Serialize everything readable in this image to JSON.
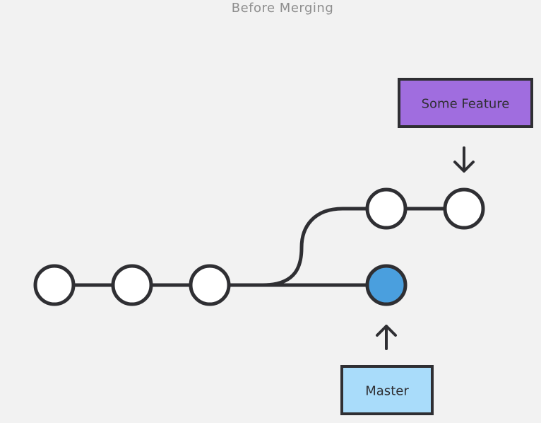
{
  "diagram": {
    "title": "Before Merging",
    "branches": [
      {
        "id": "feature",
        "label": "Some Feature",
        "color": "#a06ddf"
      },
      {
        "id": "master",
        "label": "Master",
        "color": "#a9dcfa"
      }
    ],
    "commits": [
      {
        "id": "c1",
        "branch": "master",
        "head": false
      },
      {
        "id": "c2",
        "branch": "master",
        "head": false
      },
      {
        "id": "c3",
        "branch": "master",
        "head": false
      },
      {
        "id": "c4",
        "branch": "feature",
        "head": false
      },
      {
        "id": "c5",
        "branch": "feature",
        "head": true
      },
      {
        "id": "c6",
        "branch": "master",
        "head": true
      }
    ],
    "colors": {
      "stroke": "#2f2f33",
      "commit_fill": "#ffffff",
      "master_head_fill": "#4a9fde",
      "background": "#f2f2f2",
      "title": "#8e8e8e"
    }
  }
}
